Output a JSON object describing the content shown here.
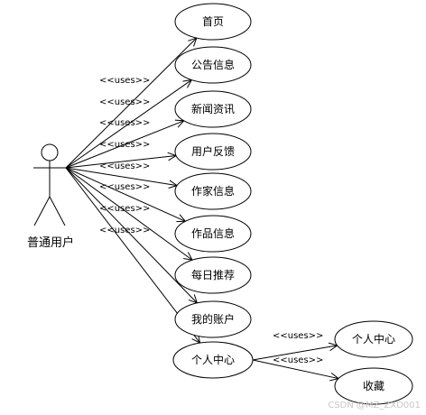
{
  "actor": {
    "name": "普通用户"
  },
  "use_cases": [
    {
      "id": "home",
      "label": "首页"
    },
    {
      "id": "announce",
      "label": "公告信息"
    },
    {
      "id": "news",
      "label": "新闻资讯"
    },
    {
      "id": "feedback",
      "label": "用户反馈"
    },
    {
      "id": "authors",
      "label": "作家信息"
    },
    {
      "id": "works",
      "label": "作品信息"
    },
    {
      "id": "daily",
      "label": "每日推荐"
    },
    {
      "id": "account",
      "label": "我的账户"
    },
    {
      "id": "center",
      "label": "个人中心"
    },
    {
      "id": "center2",
      "label": "个人中心"
    },
    {
      "id": "favorites",
      "label": "收藏"
    }
  ],
  "relations": [
    {
      "from": "actor",
      "to": "home",
      "label": ""
    },
    {
      "from": "actor",
      "to": "announce",
      "label": "<<uses>>"
    },
    {
      "from": "actor",
      "to": "news",
      "label": "<<uses>>"
    },
    {
      "from": "actor",
      "to": "feedback",
      "label": "<<uses>>"
    },
    {
      "from": "actor",
      "to": "authors",
      "label": "<<uses>>"
    },
    {
      "from": "actor",
      "to": "works",
      "label": "<<uses>>"
    },
    {
      "from": "actor",
      "to": "daily",
      "label": "<<uses>>"
    },
    {
      "from": "actor",
      "to": "account",
      "label": "<<uses>>"
    },
    {
      "from": "actor",
      "to": "center",
      "label": "<<uses>>"
    },
    {
      "from": "center",
      "to": "center2",
      "label": "<<uses>>"
    },
    {
      "from": "center",
      "to": "favorites",
      "label": "<<uses>>"
    }
  ],
  "watermark": "CSDN @MZ_ZXD001"
}
